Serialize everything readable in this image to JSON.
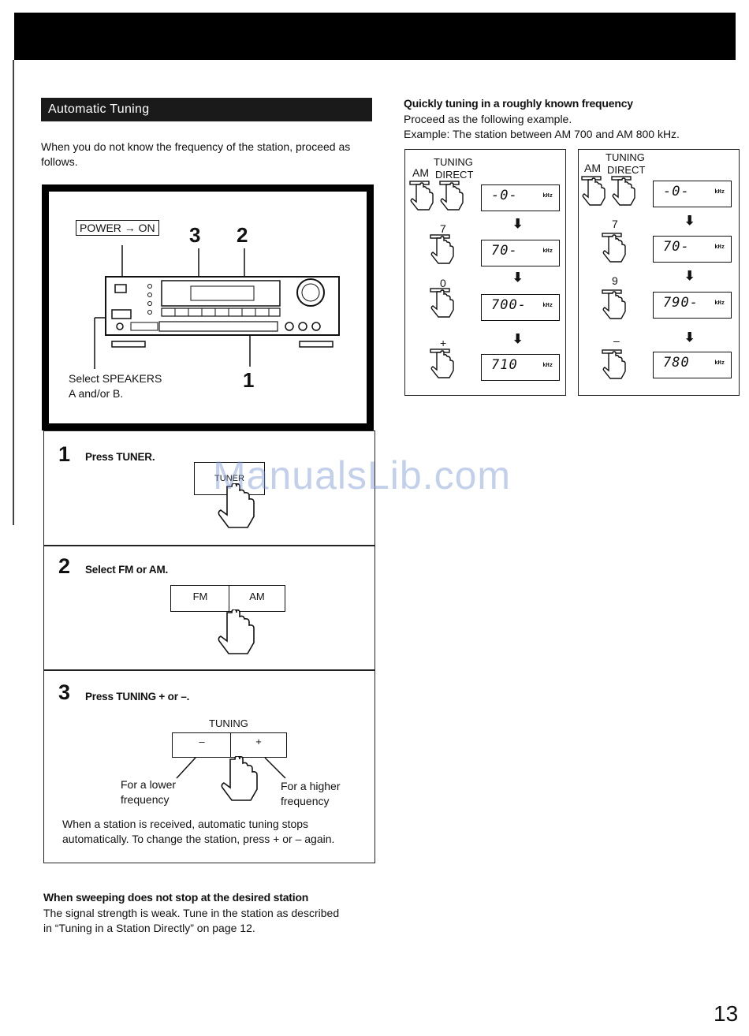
{
  "page": {
    "number": "13"
  },
  "section": {
    "title": "Automatic Tuning",
    "intro": "When you do not know the frequency of the station, proceed as follows."
  },
  "figure": {
    "power_label": "POWER → ON",
    "callout_3": "3",
    "callout_2": "2",
    "callout_1": "1",
    "speakers_line1": "Select SPEAKERS",
    "speakers_line2": "A and/or B."
  },
  "steps": [
    {
      "num": "1",
      "title": "Press TUNER.",
      "button": "TUNER"
    },
    {
      "num": "2",
      "title": "Select FM or AM.",
      "buttons": [
        "FM",
        "AM"
      ]
    },
    {
      "num": "3",
      "title": "Press TUNING + or –.",
      "group_label": "TUNING",
      "buttons": [
        "–",
        "+"
      ],
      "lower_1": "For a lower",
      "lower_2": "frequency",
      "higher_1": "For a higher",
      "higher_2": "frequency",
      "note_1": "When a station is received, automatic tuning stops",
      "note_2": "automatically. To change the station, press + or – again."
    }
  ],
  "sweep_note": {
    "heading": "When sweeping does not stop at the desired station",
    "line1": "The signal strength is weak. Tune in the station as described",
    "line2": "in “Tuning in a Station Directly” on page 12."
  },
  "quick": {
    "heading": "Quickly tuning in a roughly known frequency",
    "line1": "Proceed as the following example.",
    "line2": "Example: The station between AM 700 and AM 800 kHz.",
    "panels": [
      {
        "am": "AM",
        "tuning": "TUNING",
        "direct": "DIRECT",
        "keys": [
          "7",
          "0",
          "+"
        ],
        "displays": [
          "-0-",
          "70-",
          "700-",
          "710"
        ],
        "unit": "kHz"
      },
      {
        "am": "AM",
        "tuning": "TUNING",
        "direct": "DIRECT",
        "keys": [
          "7",
          "9",
          "–"
        ],
        "displays": [
          "-0-",
          "70-",
          "790-",
          "780"
        ],
        "unit": "kHz"
      }
    ]
  },
  "watermark": "ManualsLib.com"
}
